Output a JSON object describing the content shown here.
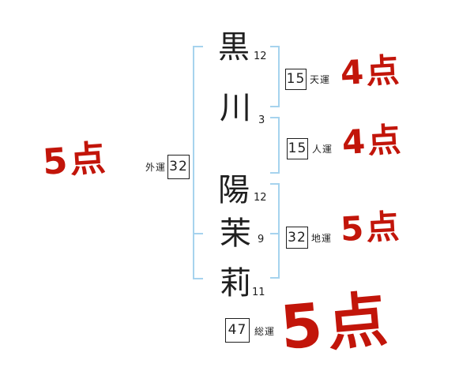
{
  "colors": {
    "red": "#c2150a",
    "blue": "#a6d3ee",
    "ink": "#1f1f1f"
  },
  "name_chars": [
    {
      "char": "黒",
      "strokes": "12"
    },
    {
      "char": "川",
      "strokes": "3"
    },
    {
      "char": "陽",
      "strokes": "12"
    },
    {
      "char": "茉",
      "strokes": "9"
    },
    {
      "char": "莉",
      "strokes": "11"
    }
  ],
  "fortunes": {
    "ten": {
      "label": "天運",
      "value": "15"
    },
    "jin": {
      "label": "人運",
      "value": "15"
    },
    "chi": {
      "label": "地運",
      "value": "32"
    },
    "gai": {
      "label": "外運",
      "value": "32"
    },
    "sou": {
      "label": "総運",
      "value": "47"
    }
  },
  "scores": {
    "gai": "5点",
    "ten": "4点",
    "jin": "4点",
    "chi": "5点",
    "sou": "5点"
  }
}
